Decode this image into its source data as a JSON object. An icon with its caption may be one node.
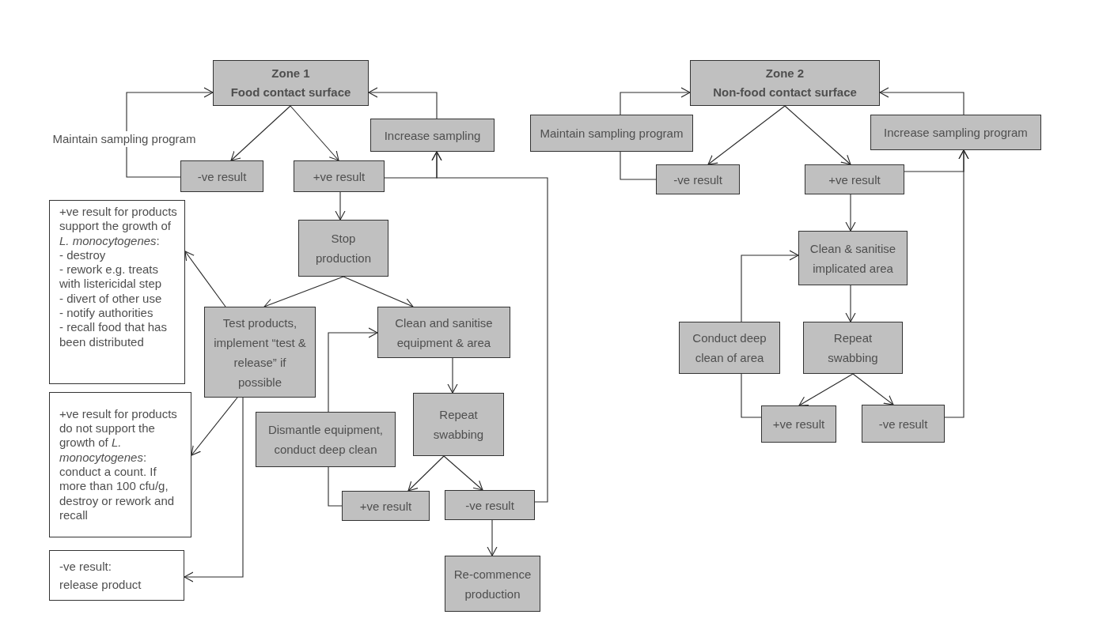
{
  "diagram": {
    "nodes": [
      {
        "text": [
          "Zone 1",
          "Food contact surface"
        ]
      },
      {
        "text": [
          "Maintain sampling program"
        ]
      },
      {
        "text": [
          "Increase sampling"
        ]
      },
      {
        "text": [
          "-ve result"
        ]
      },
      {
        "text": [
          "+ve result"
        ]
      },
      {
        "text": [
          "+ve result for products support the growth of *L. monocytogenes*:",
          "- destroy",
          "- rework e.g. treats with listericidal step",
          "- divert of other use",
          "- notify authorities",
          "- recall food that has been distributed"
        ]
      },
      {
        "text": [
          "Stop production"
        ]
      },
      {
        "text": [
          "Test products, implement “test & release” if possible"
        ]
      },
      {
        "text": [
          "Clean and sanitise equipment & area"
        ]
      },
      {
        "text": [
          "+ve result for products do not support the growth of *L. monocytogenes*: conduct a count. If more than 100 cfu/g, destroy or rework and recall"
        ]
      },
      {
        "text": [
          "Repeat swabbing"
        ]
      },
      {
        "text": [
          "Dismantle equipment, conduct deep clean"
        ]
      },
      {
        "text": [
          "+ve result"
        ]
      },
      {
        "text": [
          "-ve result"
        ]
      },
      {
        "text": [
          "-ve result:",
          "release product"
        ]
      },
      {
        "text": [
          "Re-commence production"
        ]
      },
      {
        "text": [
          "Zone 2",
          "Non-food contact surface"
        ]
      },
      {
        "text": [
          "Maintain sampling program"
        ]
      },
      {
        "text": [
          "Increase sampling program"
        ]
      },
      {
        "text": [
          "-ve result"
        ]
      },
      {
        "text": [
          "+ve result"
        ]
      },
      {
        "text": [
          "Clean & sanitise implicated area"
        ]
      },
      {
        "text": [
          "Conduct deep clean of area"
        ]
      },
      {
        "text": [
          "Repeat swabbing"
        ]
      },
      {
        "text": [
          "+ve result"
        ]
      },
      {
        "text": [
          "-ve result"
        ]
      }
    ],
    "edges": [
      {
        "from": 0,
        "to": 3,
        "arrow": "to"
      },
      {
        "from": 0,
        "to": 4,
        "arrow": "to"
      },
      {
        "from": 3,
        "to": 1,
        "arrow": "none"
      },
      {
        "from": 1,
        "to": 0,
        "arrow": "to"
      },
      {
        "from": 4,
        "to": 2,
        "arrow": "to"
      },
      {
        "from": 2,
        "to": 0,
        "arrow": "to"
      },
      {
        "from": 4,
        "to": 6,
        "arrow": "to"
      },
      {
        "from": 6,
        "to": 7,
        "arrow": "to"
      },
      {
        "from": 6,
        "to": 8,
        "arrow": "to"
      },
      {
        "from": 7,
        "to": 5,
        "arrow": "to"
      },
      {
        "from": 7,
        "to": 9,
        "arrow": "to"
      },
      {
        "from": 7,
        "to": 14,
        "arrow": "to"
      },
      {
        "from": 8,
        "to": 10,
        "arrow": "to"
      },
      {
        "from": 10,
        "to": 12,
        "arrow": "to"
      },
      {
        "from": 10,
        "to": 13,
        "arrow": "to"
      },
      {
        "from": 12,
        "to": 11,
        "arrow": "none"
      },
      {
        "from": 11,
        "to": 8,
        "arrow": "to"
      },
      {
        "from": 13,
        "to": 15,
        "arrow": "to"
      },
      {
        "from": 13,
        "to": 2,
        "arrow": "to"
      },
      {
        "from": 16,
        "to": 19,
        "arrow": "to"
      },
      {
        "from": 16,
        "to": 20,
        "arrow": "to"
      },
      {
        "from": 19,
        "to": 17,
        "arrow": "none"
      },
      {
        "from": 17,
        "to": 16,
        "arrow": "to"
      },
      {
        "from": 20,
        "to": 18,
        "arrow": "to"
      },
      {
        "from": 18,
        "to": 16,
        "arrow": "to"
      },
      {
        "from": 20,
        "to": 21,
        "arrow": "to"
      },
      {
        "from": 21,
        "to": 23,
        "arrow": "to"
      },
      {
        "from": 23,
        "to": 24,
        "arrow": "to"
      },
      {
        "from": 23,
        "to": 25,
        "arrow": "to"
      },
      {
        "from": 24,
        "to": 22,
        "arrow": "none"
      },
      {
        "from": 22,
        "to": 21,
        "arrow": "to"
      },
      {
        "from": 25,
        "to": 18,
        "arrow": "to"
      }
    ]
  }
}
